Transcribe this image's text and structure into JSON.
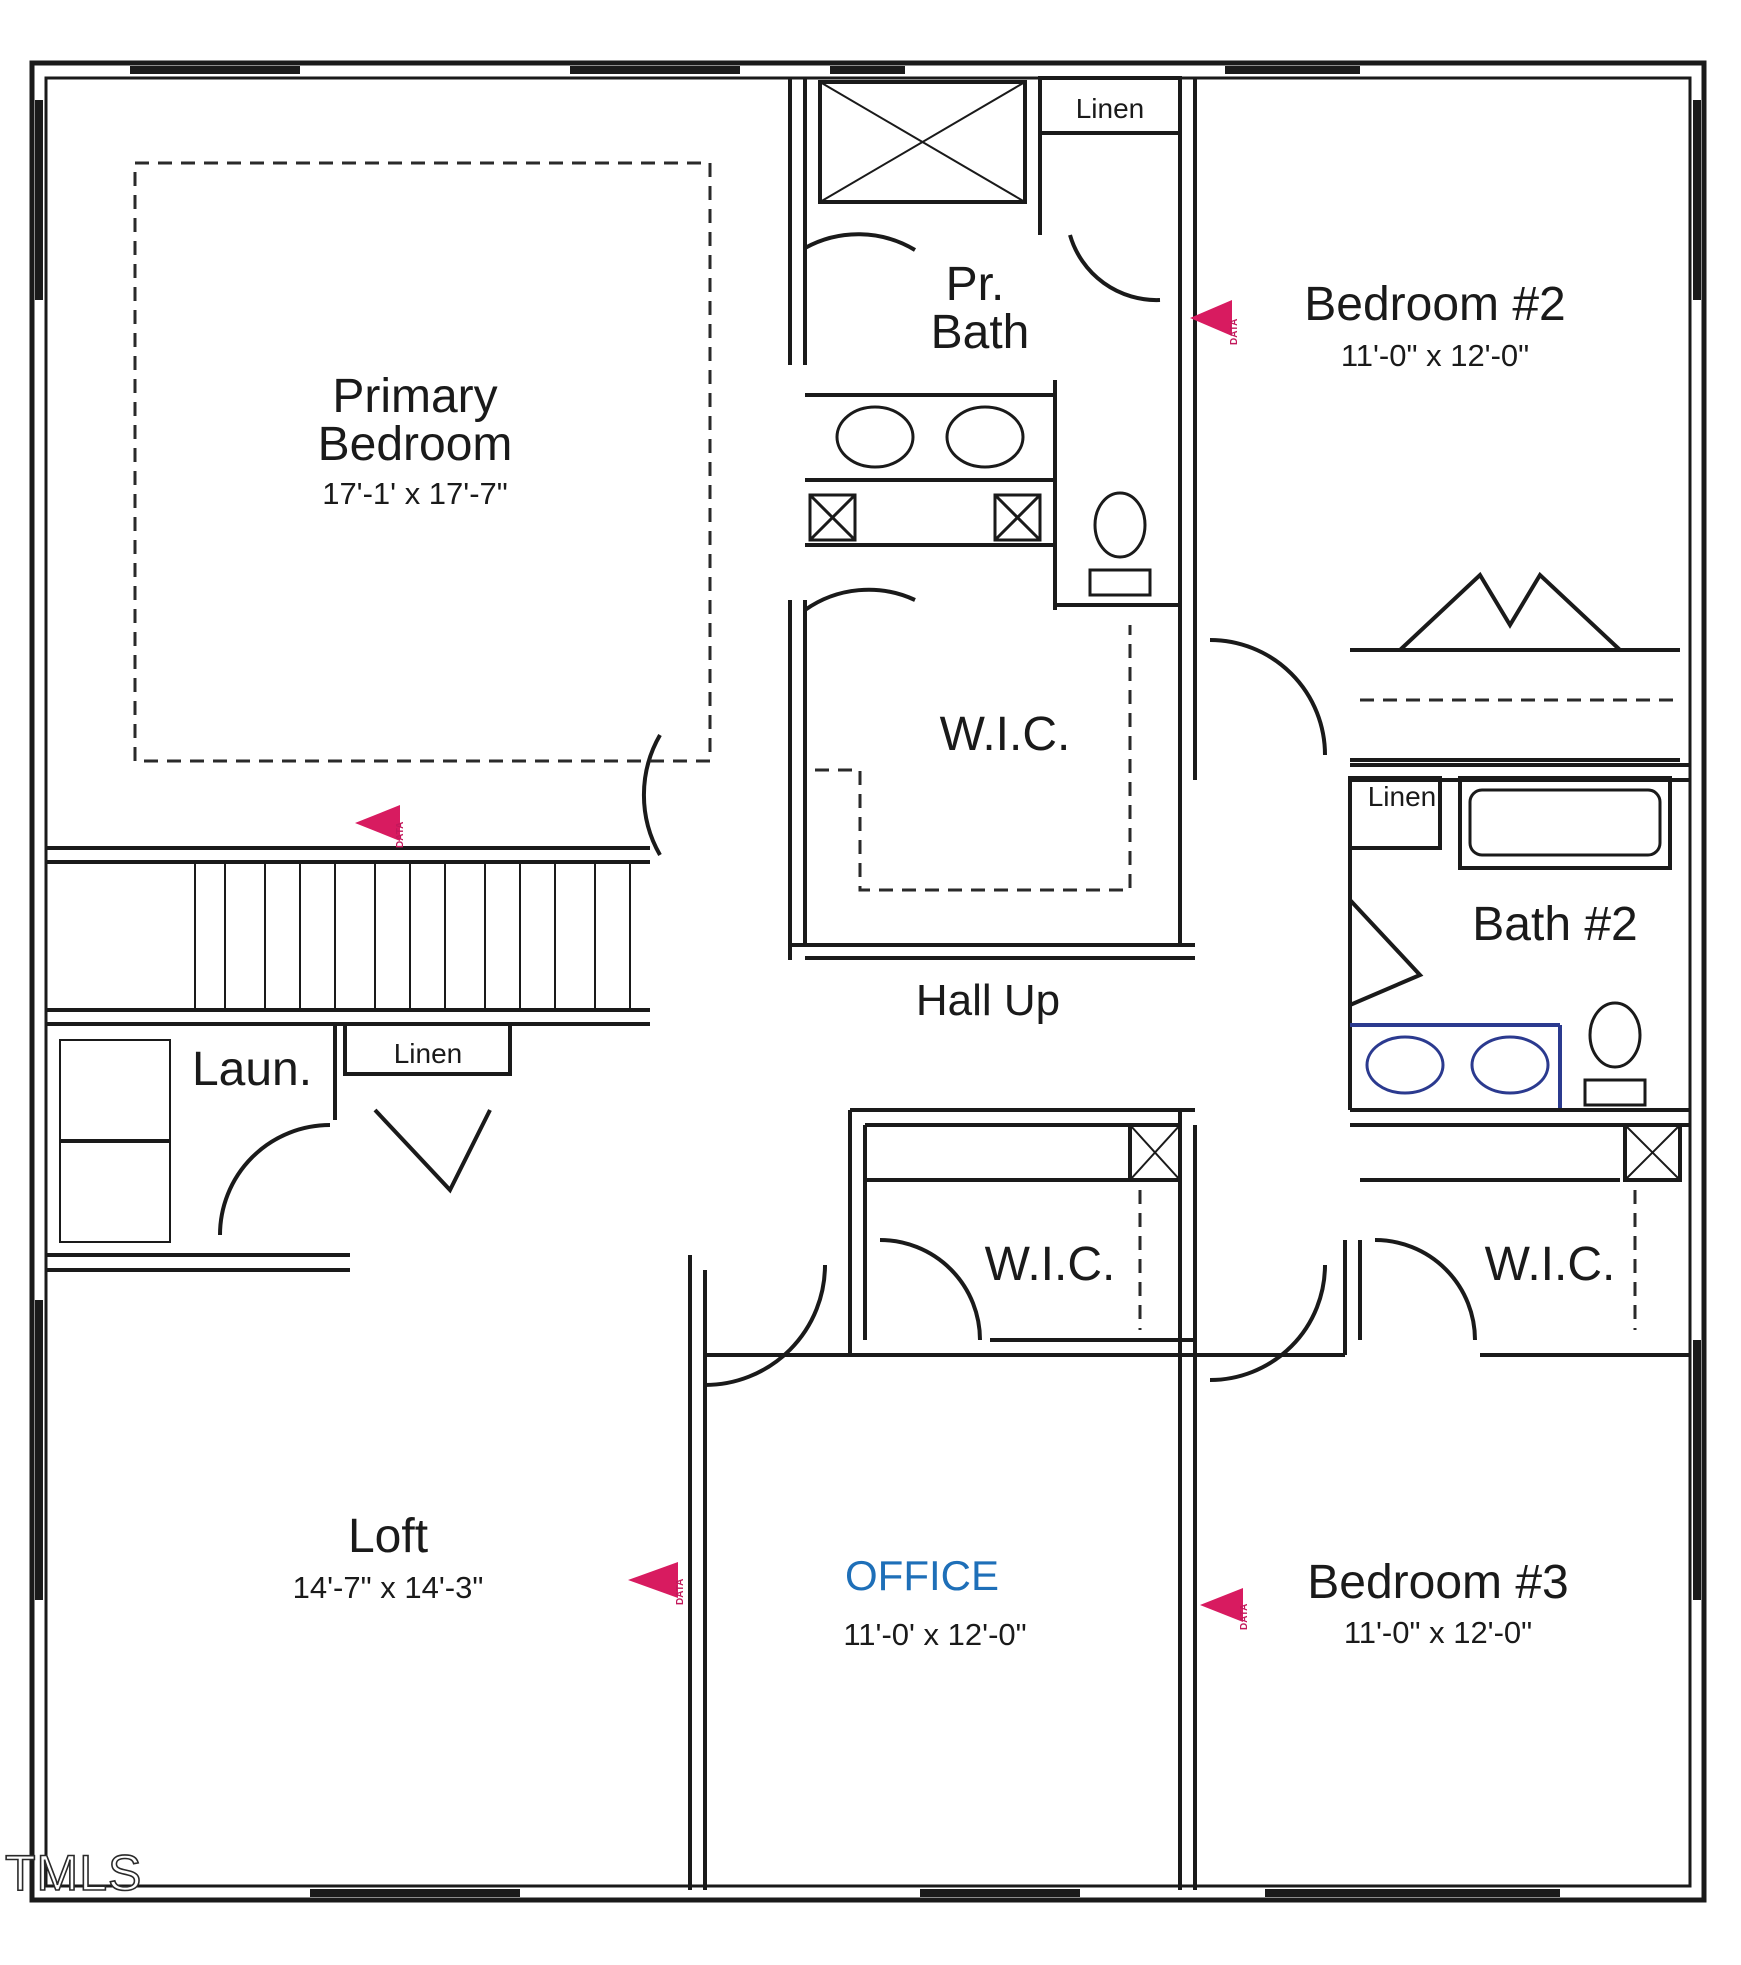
{
  "rooms": {
    "primary_bedroom": {
      "line1": "Primary",
      "line2": "Bedroom",
      "dims": "17'-1' x 17'-7\""
    },
    "pr_bath": {
      "line1": "Pr.",
      "line2": "Bath"
    },
    "linen_top": "Linen",
    "bedroom2": {
      "name": "Bedroom #2",
      "dims": "11'-0\" x 12'-0\""
    },
    "wic_center": "W.I.C.",
    "linen_bath2": "Linen",
    "bath2": "Bath #2",
    "hall_up": "Hall Up",
    "laundry": "Laun.",
    "linen_laundry": "Linen",
    "wic_office": "W.I.C.",
    "wic_bed3": "W.I.C.",
    "loft": {
      "name": "Loft",
      "dims": "14'-7\" x 14'-3\""
    },
    "office": {
      "name": "OFFICE",
      "dims": "11'-0' x 12'-0\""
    },
    "bedroom3": {
      "name": "Bedroom #3",
      "dims": "11'-0\" x 12'-0\""
    }
  },
  "markers": {
    "data_label": "DATA"
  },
  "watermark": "TMLS",
  "colors": {
    "wall": "#1a1a1a",
    "data_marker": "#d81b60",
    "office_text": "#1e6fb8",
    "fixture_blue": "#2b3a8f"
  }
}
